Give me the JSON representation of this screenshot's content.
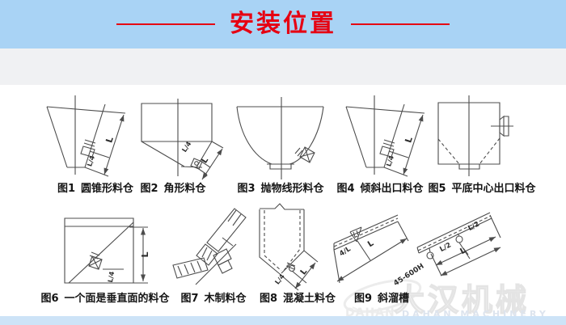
{
  "header": {
    "title": "安装位置"
  },
  "dims": {
    "L": "L",
    "L_quarter": "L/4",
    "L_quarter_rot": "4/L",
    "L_half": "L/2",
    "height_range": "45-600H"
  },
  "figures": {
    "fig1": {
      "no": "图1",
      "name": "圆锥形料仓"
    },
    "fig2": {
      "no": "图2",
      "name": "角形料仓"
    },
    "fig3": {
      "no": "图3",
      "name": "抛物线形料仓"
    },
    "fig4": {
      "no": "图4",
      "name": "倾斜出口料仓"
    },
    "fig5": {
      "no": "图5",
      "name": "平底中心出口料仓"
    },
    "fig6": {
      "no": "图6",
      "name": "一个面是垂直面的料仓"
    },
    "fig7": {
      "no": "图7",
      "name": "木制料仓"
    },
    "fig8": {
      "no": "图8",
      "name": "混凝土料仓"
    },
    "fig9": {
      "no": "图9",
      "name": "斜溜槽"
    }
  },
  "watermark": {
    "cn": "大汉机械",
    "logo_text": "DAHAN",
    "en": "DAHAN  MACHINERY"
  },
  "colors": {
    "accent_red": "#e60012",
    "header_blue": "#a9d3f5",
    "footer_blue": "#cde3f7"
  }
}
